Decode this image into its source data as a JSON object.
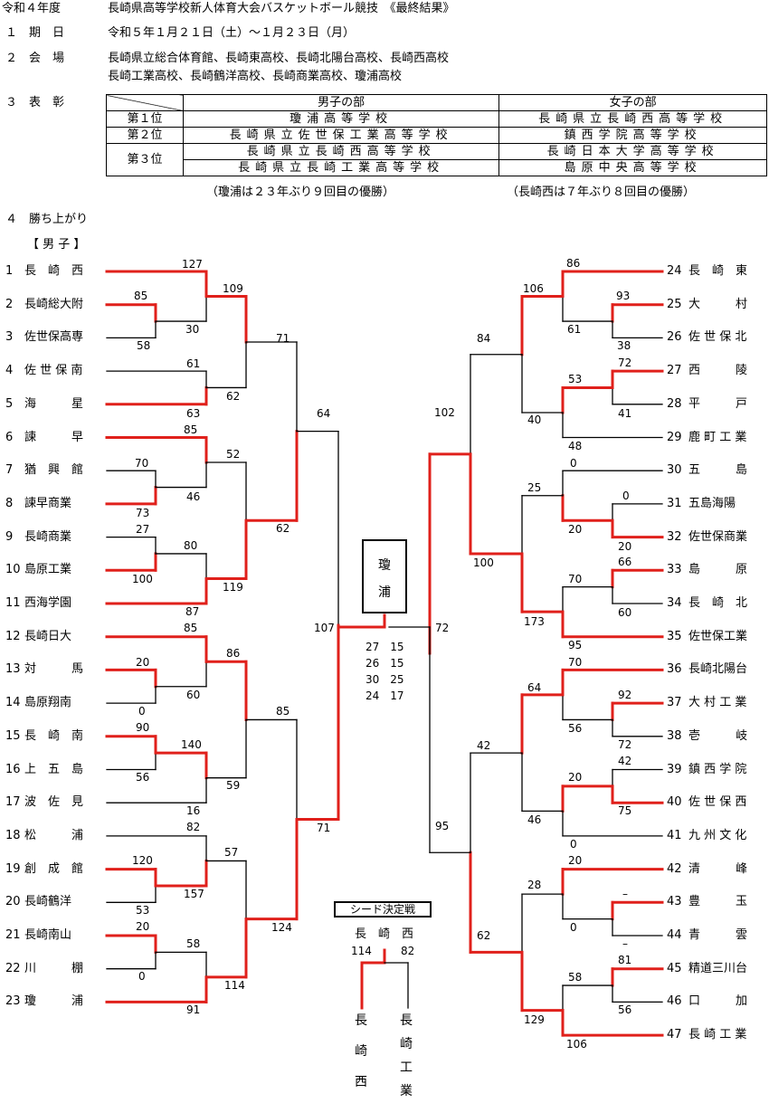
{
  "header": {
    "year": "令和４年度",
    "title": "長崎県高等学校新人体育大会バスケットボール競技　《最終結果》",
    "period_label": "１　期　日",
    "period_value": "令和５年１月２１日（土）～１月２３日（月）",
    "venue_label": "２　会　場",
    "venue_line1": "長崎県立総合体育館、長崎東高校、長崎北陽台高校、長崎西高校",
    "venue_line2": "長崎工業高校、長崎鶴洋高校、長崎商業高校、瓊浦高校",
    "award_label": "３　表　彰",
    "progress_label": "４　勝ち上がり",
    "boys_label": "【 男 子 】"
  },
  "awards": {
    "col_boys": "男子の部",
    "col_girls": "女子の部",
    "rank1": "第１位",
    "rank2": "第２位",
    "rank3": "第３位",
    "boys1": "瓊浦高等学校",
    "boys2": "長崎県立佐世保工業高等学校",
    "boys3a": "長崎県立長崎西高等学校",
    "boys3b": "長崎県立長崎工業高等学校",
    "girls1": "長崎県立長崎西高等学校",
    "girls2": "鎮西学院高等学校",
    "girls3a": "長崎日本大学高等学校",
    "girls3b": "島原中央高等学校",
    "note_boys": "（瓊浦は２３年ぶり９回目の優勝）",
    "note_girls": "（長崎西は７年ぶり８回目の優勝）"
  },
  "teams_left": [
    {
      "no": "1",
      "name": "長　崎　西"
    },
    {
      "no": "2",
      "name": "長崎総大附"
    },
    {
      "no": "3",
      "name": "佐世保高専"
    },
    {
      "no": "4",
      "name": "佐 世 保 南"
    },
    {
      "no": "5",
      "name": "海　　　星"
    },
    {
      "no": "6",
      "name": "諫　　　早"
    },
    {
      "no": "7",
      "name": "猶　興　館"
    },
    {
      "no": "8",
      "name": "諫早商業"
    },
    {
      "no": "9",
      "name": "長崎商業"
    },
    {
      "no": "10",
      "name": "島原工業"
    },
    {
      "no": "11",
      "name": "西海学園"
    },
    {
      "no": "12",
      "name": "長崎日大"
    },
    {
      "no": "13",
      "name": "対　　　馬"
    },
    {
      "no": "14",
      "name": "島原翔南"
    },
    {
      "no": "15",
      "name": "長　崎　南"
    },
    {
      "no": "16",
      "name": "上　五　島"
    },
    {
      "no": "17",
      "name": "波　佐　見"
    },
    {
      "no": "18",
      "name": "松　　　浦"
    },
    {
      "no": "19",
      "name": "創　成　館"
    },
    {
      "no": "20",
      "name": "長崎鶴洋"
    },
    {
      "no": "21",
      "name": "長崎南山"
    },
    {
      "no": "22",
      "name": "川　　　棚"
    },
    {
      "no": "23",
      "name": "瓊　　　浦"
    }
  ],
  "teams_right": [
    {
      "no": "24",
      "name": "長　崎　東"
    },
    {
      "no": "25",
      "name": "大　　　村"
    },
    {
      "no": "26",
      "name": "佐 世 保 北"
    },
    {
      "no": "27",
      "name": "西　　　陵"
    },
    {
      "no": "28",
      "name": "平　　　戸"
    },
    {
      "no": "29",
      "name": "鹿 町 工 業"
    },
    {
      "no": "30",
      "name": "五　　　島"
    },
    {
      "no": "31",
      "name": "五島海陽"
    },
    {
      "no": "32",
      "name": "佐世保商業"
    },
    {
      "no": "33",
      "name": "島　　　原"
    },
    {
      "no": "34",
      "name": "長　崎　北"
    },
    {
      "no": "35",
      "name": "佐世保工業"
    },
    {
      "no": "36",
      "name": "長崎北陽台"
    },
    {
      "no": "37",
      "name": "大 村 工 業"
    },
    {
      "no": "38",
      "name": "壱　　　岐"
    },
    {
      "no": "39",
      "name": "鎮 西 学 院"
    },
    {
      "no": "40",
      "name": "佐 世 保 西"
    },
    {
      "no": "41",
      "name": "九 州 文 化"
    },
    {
      "no": "42",
      "name": "清　　　峰"
    },
    {
      "no": "43",
      "name": "豊　　　玉"
    },
    {
      "no": "44",
      "name": "青　　　雲"
    },
    {
      "no": "45",
      "name": "精道三川台"
    },
    {
      "no": "46",
      "name": "口　　　加"
    },
    {
      "no": "47",
      "name": "長 崎 工 業"
    }
  ],
  "scores": {
    "l1": "127",
    "l2": "85",
    "l3": "30",
    "l4": "58",
    "l5": "109",
    "l6": "71",
    "l7": "61",
    "l8": "63",
    "l9": "62",
    "l10": "64",
    "l11": "85",
    "l12": "70",
    "l13": "73",
    "l14": "46",
    "l15": "52",
    "l16": "27",
    "l17": "80",
    "l18": "100",
    "l19": "87",
    "l20": "119",
    "l21": "62",
    "l22": "107",
    "l23": "85",
    "l24": "20",
    "l25": "60",
    "l26": "0",
    "l27": "86",
    "l28": "90",
    "l29": "140",
    "l30": "56",
    "l31": "59",
    "l32": "16",
    "l33": "85",
    "l34": "82",
    "l35": "120",
    "l36": "157",
    "l37": "53",
    "l38": "57",
    "l39": "20",
    "l40": "58",
    "l41": "0",
    "l42": "91",
    "l43": "114",
    "l44": "124",
    "l45": "71",
    "r1": "86",
    "r2": "106",
    "r3": "93",
    "r4": "61",
    "r5": "38",
    "r6": "84",
    "r7": "53",
    "r8": "72",
    "r9": "41",
    "r10": "40",
    "r11": "48",
    "r12": "102",
    "r13": "0",
    "r14": "25",
    "r15": "0",
    "r16": "20",
    "r17": "20",
    "r18": "100",
    "r19": "70",
    "r20": "66",
    "r21": "60",
    "r22": "173",
    "r23": "95",
    "r24": "72",
    "r25": "70",
    "r26": "64",
    "r27": "92",
    "r28": "56",
    "r29": "72",
    "r30": "42",
    "r31": "20",
    "r32": "42",
    "r33": "75",
    "r34": "46",
    "r35": "0",
    "r36": "95",
    "r37": "20",
    "r38": "28",
    "r39": "–",
    "r40": "0",
    "r41": "–",
    "r42": "62",
    "r43": "81",
    "r44": "58",
    "r45": "56",
    "r46": "129",
    "r47": "106"
  },
  "final": {
    "champion_a": "瓊",
    "champion_b": "浦",
    "q1": "27　15",
    "q2": "26　15",
    "q3": "30　25",
    "q4": "24　17"
  },
  "seed": {
    "title": "シード決定戦",
    "winner": "長　崎　西",
    "score_left": "114",
    "score_right": "82",
    "team_left": [
      "長",
      "崎",
      "西"
    ],
    "team_right": [
      "長",
      "崎",
      "工",
      "業"
    ]
  },
  "colors": {
    "win": "#e0201b",
    "line": "#000000"
  }
}
